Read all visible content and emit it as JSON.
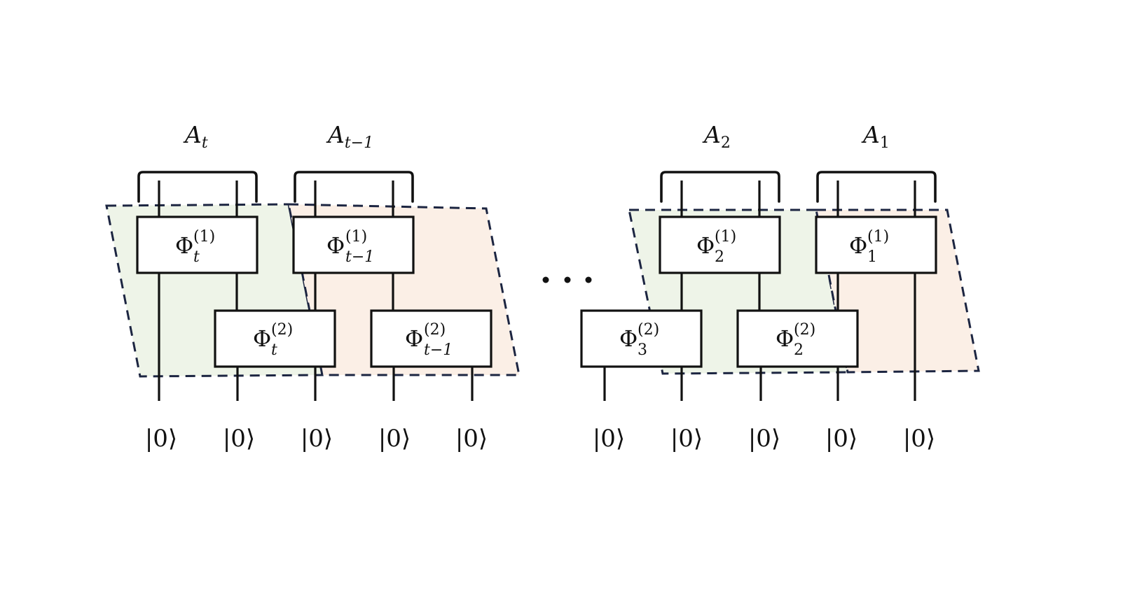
{
  "colors": {
    "region_green": "#eef4e8",
    "region_orange": "#fbefe6",
    "region_border": "#1c2541",
    "line": "#111111"
  },
  "groups": [
    {
      "label_base": "A",
      "label_sub": "t"
    },
    {
      "label_base": "A",
      "label_sub": "t−1"
    },
    {
      "label_base": "A",
      "label_sub": "2"
    },
    {
      "label_base": "A",
      "label_sub": "1"
    }
  ],
  "gates": [
    {
      "base": "Φ",
      "sup": "(1)",
      "sub": "t"
    },
    {
      "base": "Φ",
      "sup": "(1)",
      "sub": "t−1"
    },
    {
      "base": "Φ",
      "sup": "(2)",
      "sub": "t"
    },
    {
      "base": "Φ",
      "sup": "(2)",
      "sub": "t−1"
    },
    {
      "base": "Φ",
      "sup": "(1)",
      "sub": "2"
    },
    {
      "base": "Φ",
      "sup": "(1)",
      "sub": "1"
    },
    {
      "base": "Φ",
      "sup": "(2)",
      "sub": "3"
    },
    {
      "base": "Φ",
      "sup": "(2)",
      "sub": "2"
    }
  ],
  "inputs": [
    "|0⟩",
    "|0⟩",
    "|0⟩",
    "|0⟩",
    "|0⟩",
    "|0⟩",
    "|0⟩",
    "|0⟩",
    "|0⟩",
    "|0⟩"
  ],
  "ellipsis": "dots"
}
